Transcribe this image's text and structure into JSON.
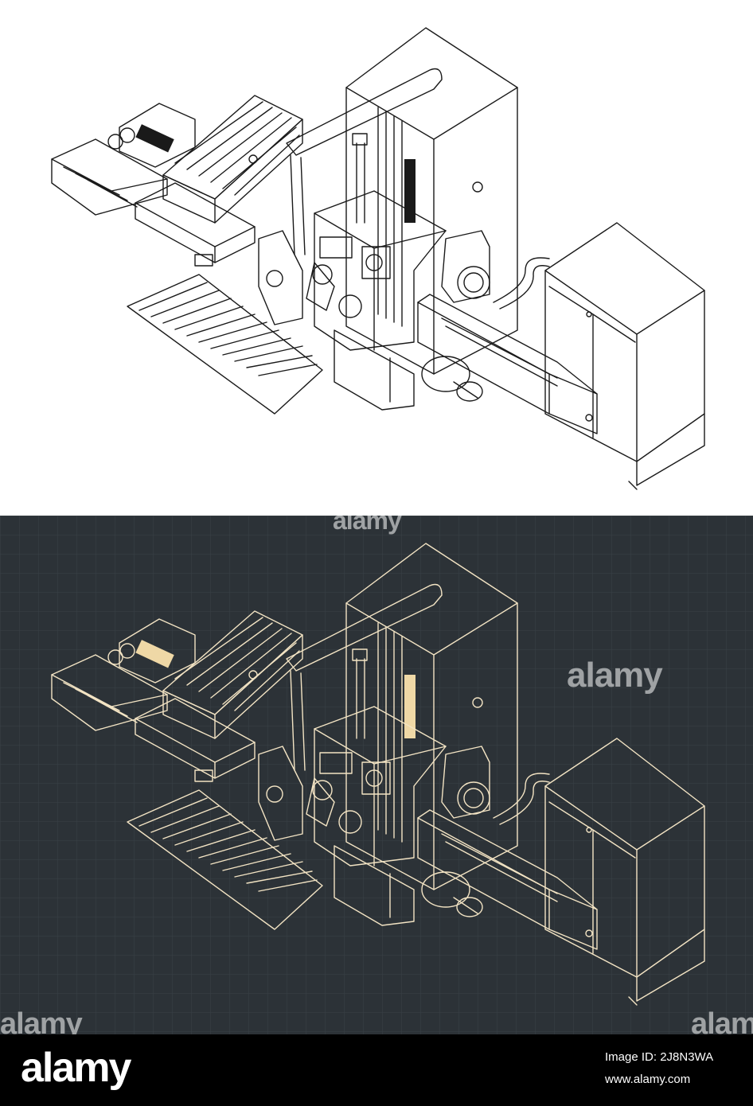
{
  "watermark": {
    "text": "alamy"
  },
  "footer": {
    "logo": "alamy",
    "image_id": "Image ID: 2J8N3WA",
    "url": "www.alamy.com"
  },
  "colors": {
    "light_bg": "#ffffff",
    "light_line": "#1a1a1a",
    "dark_bg": "#2c3237",
    "dark_line": "#f3e4c4",
    "dark_accent": "#efd8a6",
    "footer_bg": "#000000"
  }
}
